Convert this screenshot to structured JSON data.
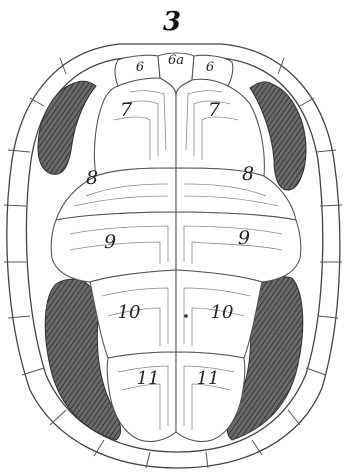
{
  "figure_number": "3",
  "plate_labels": {
    "left_6": "6",
    "center_6a": "6a",
    "right_6": "6",
    "left_7": "7",
    "right_7": "7",
    "left_8": "8",
    "right_8": "8",
    "left_9": "9",
    "right_9": "9",
    "left_10": "10",
    "right_10": "10",
    "left_11": "11",
    "right_11": "11"
  }
}
